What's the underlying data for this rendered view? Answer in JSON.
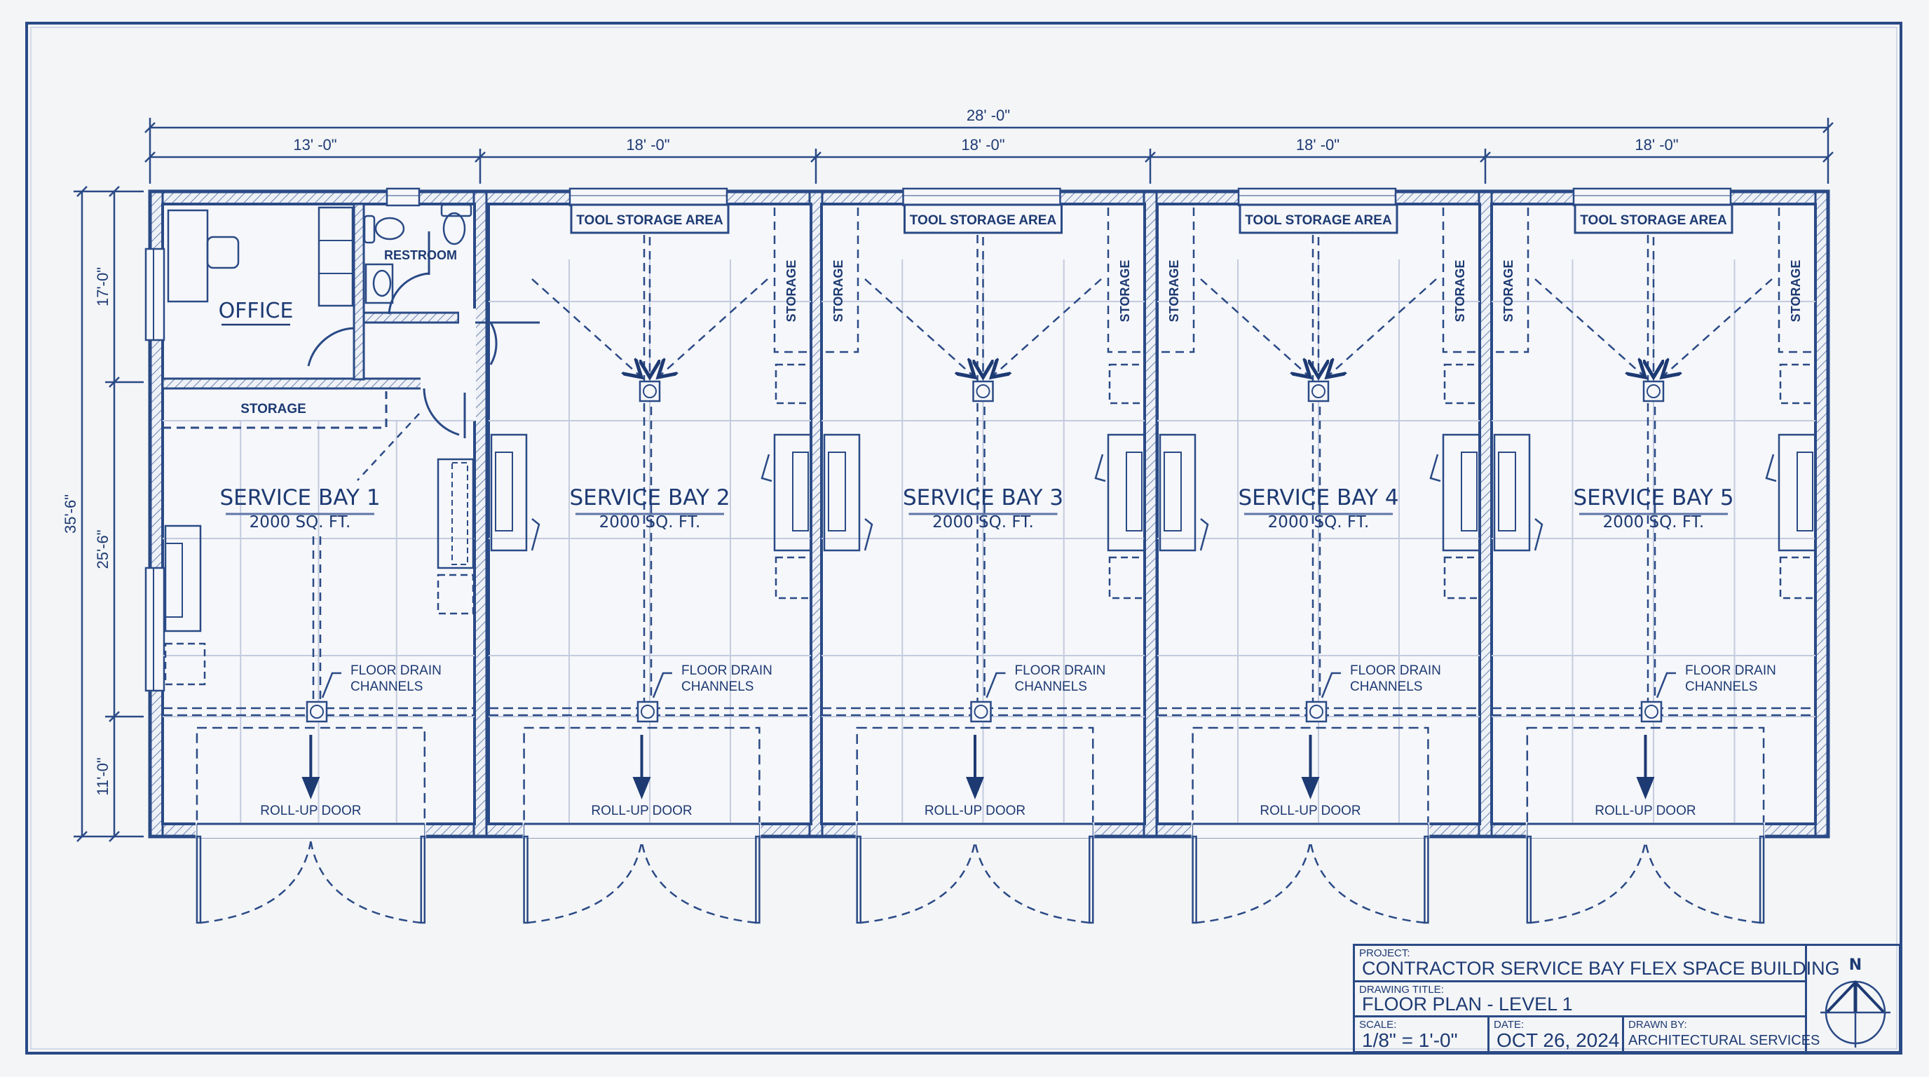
{
  "colors": {
    "paper": "#f4f5f7",
    "ink": "#1d3a73",
    "line": "#2a4a86",
    "grid": "#b9c3d8",
    "hatch": "#6b82b0"
  },
  "dimensions": {
    "overall_width": "28' -0\"",
    "segments": [
      "13' -0\"",
      "18' -0\"",
      "18' -0\"",
      "18' -0\"",
      "18' -0\""
    ],
    "overall_depth": "35'-6\"",
    "depth_segments": [
      "17'-0\"",
      "25'-6\"",
      "11'-0\""
    ]
  },
  "rooms": {
    "office": "OFFICE",
    "restroom": "RESTROOM",
    "bay1_storage": "STORAGE"
  },
  "bays": [
    {
      "name": "SERVICE BAY 1",
      "area": "2000 SQ. FT.",
      "drain_label": [
        "FLOOR DRAIN",
        "CHANNELS"
      ],
      "door_label": "ROLL-UP DOOR"
    },
    {
      "name": "SERVICE BAY 2",
      "area": "2000 SQ. FT.",
      "tool_storage": "TOOL STORAGE AREA",
      "side_storage": [
        "STORAGE"
      ],
      "drain_label": [
        "FLOOR DRAIN",
        "CHANNELS"
      ],
      "door_label": "ROLL-UP DOOR"
    },
    {
      "name": "SERVICE BAY 3",
      "area": "2000 SQ. FT.",
      "tool_storage": "TOOL STORAGE AREA",
      "side_storage": [
        "STORAGE",
        "STORAGE"
      ],
      "drain_label": [
        "FLOOR DRAIN",
        "CHANNELS"
      ],
      "door_label": "ROLL-UP DOOR"
    },
    {
      "name": "SERVICE BAY 4",
      "area": "2000 SQ. FT.",
      "tool_storage": "TOOL STORAGE AREA",
      "side_storage": [
        "STORAGE",
        "STORAGE"
      ],
      "drain_label": [
        "FLOOR DRAIN",
        "CHANNELS"
      ],
      "door_label": "ROLL-UP DOOR"
    },
    {
      "name": "SERVICE BAY 5",
      "area": "2000 SQ. FT.",
      "tool_storage": "TOOL STORAGE AREA",
      "side_storage": [
        "STORAGE",
        "STORAGE"
      ],
      "drain_label": [
        "FLOOR DRAIN",
        "CHANNELS"
      ],
      "door_label": "ROLL-UP DOOR"
    }
  ],
  "title_block": {
    "project_label": "PROJECT:",
    "project": "CONTRACTOR SERVICE BAY FLEX SPACE BUILDING",
    "drawing_title_label": "DRAWING TITLE:",
    "drawing_title": "FLOOR PLAN - LEVEL 1",
    "scale_label": "SCALE:",
    "scale": "1/8\" = 1'-0\"",
    "date_label": "DATE:",
    "date": "OCT 26, 2024",
    "drawn_by_label": "DRAWN BY:",
    "drawn_by": "ARCHITECTURAL SERVICES",
    "north_label": "N"
  }
}
